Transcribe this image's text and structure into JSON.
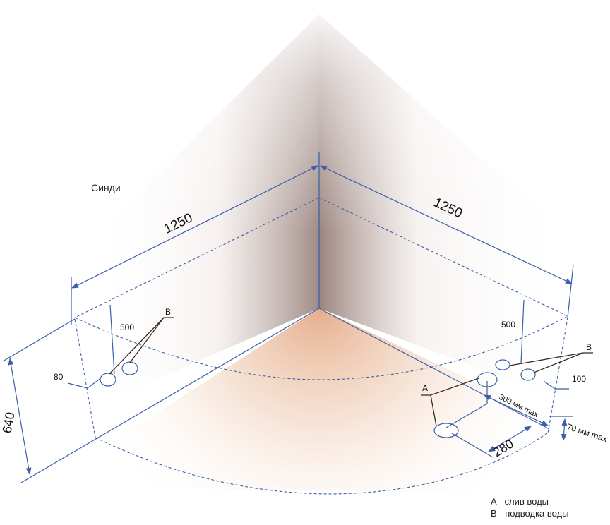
{
  "title": "Синди",
  "dimensions": {
    "left_width": "1250",
    "right_width": "1250",
    "height": "640",
    "left_inner": "500",
    "right_inner": "500",
    "left_offset": "80",
    "right_offset": "100",
    "drain_distance": "280",
    "drain_max": "300 мм max",
    "drain_height_max": "70 мм max"
  },
  "markers": {
    "drain": "A",
    "water_left": "B",
    "water_right": "B"
  },
  "legend": {
    "a": "A - слив воды",
    "b": "B - подводка воды"
  },
  "colors": {
    "dimension_lines": "#3a5fa8",
    "leader_lines": "#3b2a20",
    "wall_shadow": "#8a6f65",
    "floor_tint": "#e8b48f"
  }
}
